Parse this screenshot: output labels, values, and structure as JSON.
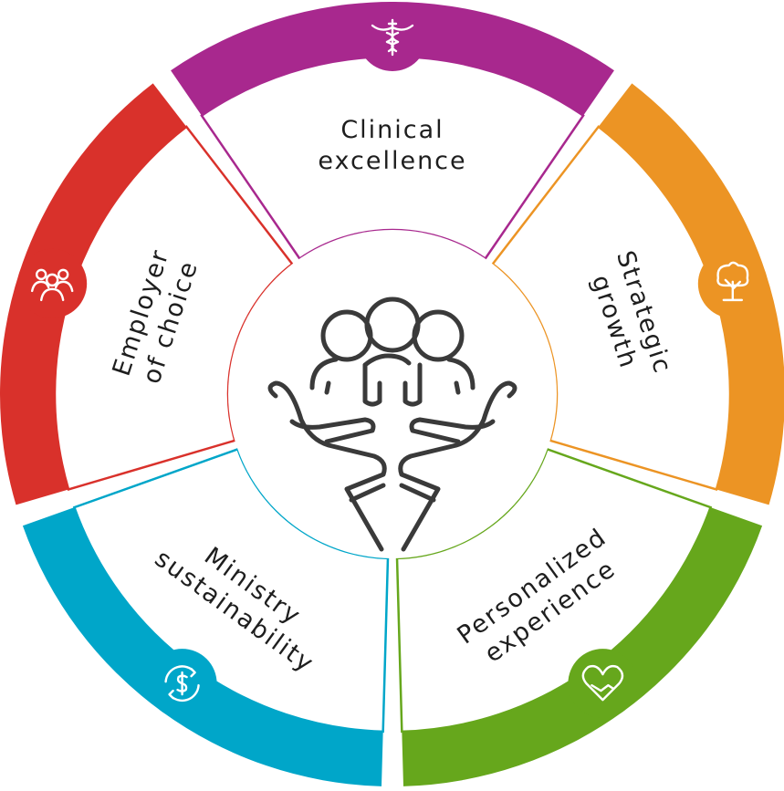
{
  "segments": [
    {
      "id": "clinical",
      "lines": [
        "Clinical",
        "excellence"
      ],
      "color": "#A8288E",
      "icon": "caduceus-icon"
    },
    {
      "id": "strategic",
      "lines": [
        "Strategic",
        "growth"
      ],
      "color": "#EC9424",
      "icon": "tree-icon"
    },
    {
      "id": "personalized",
      "lines": [
        "Personalized",
        "experience"
      ],
      "color": "#66A71C",
      "icon": "heart-handshake-icon"
    },
    {
      "id": "ministry",
      "lines": [
        "Ministry",
        "sustainability"
      ],
      "color": "#00A6C9",
      "icon": "dollar-cycle-icon"
    },
    {
      "id": "employer",
      "lines": [
        "Employer",
        "of choice"
      ],
      "color": "#D9312B",
      "icon": "people-group-icon"
    }
  ],
  "center": {
    "icon": "hands-holding-people-icon",
    "color": "#3a3a3a"
  }
}
